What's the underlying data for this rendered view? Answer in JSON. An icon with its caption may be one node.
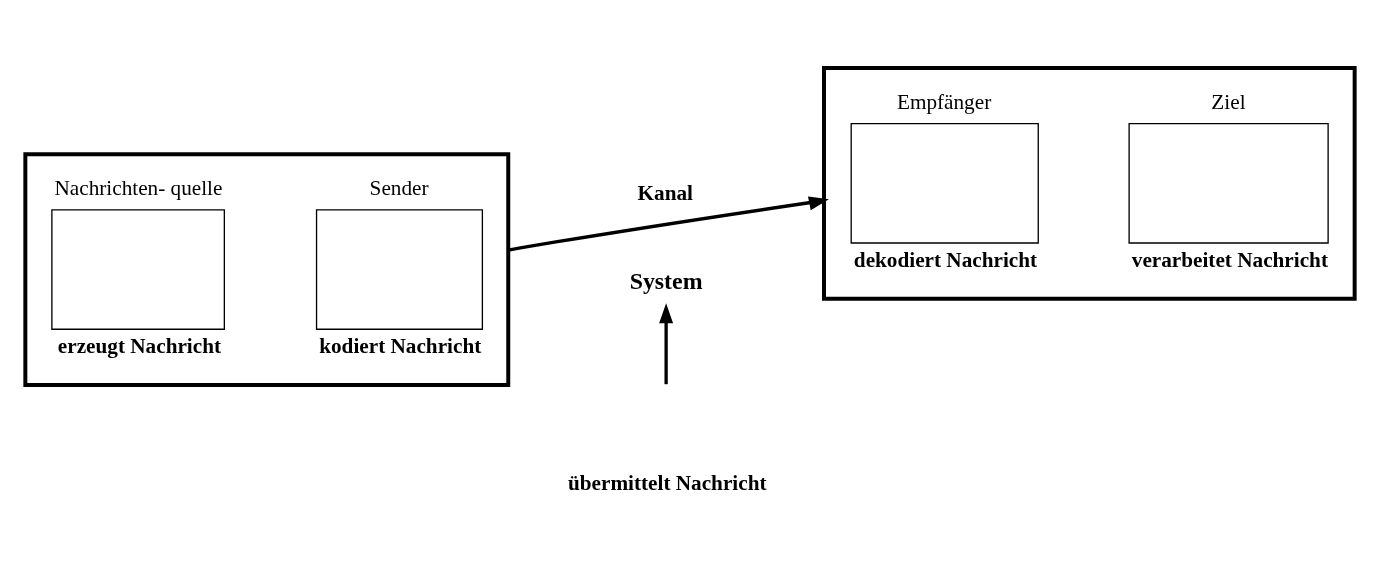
{
  "diagram": {
    "nodes": [
      {
        "text": [],
        "shape": "box"
      },
      {
        "text": [
          "Nachrichten- quelle",
          "erzeugt Nachricht"
        ],
        "in": 0
      },
      {
        "text": [
          "Sender",
          "kodiert Nachricht"
        ],
        "in": 0
      },
      {
        "text": [],
        "shape": "box"
      },
      {
        "text": [
          "Empfänger",
          "dekodiert Nachricht"
        ],
        "in": 3
      },
      {
        "text": [
          "Ziel",
          "verarbeitet Nachricht"
        ],
        "in": 3
      },
      {
        "text": [
          "System"
        ]
      }
    ],
    "edges": [
      {
        "from": 0,
        "to": 3,
        "arrow": "to",
        "label": "Kanal"
      },
      {
        "from": null,
        "to": 6,
        "arrow": "to"
      }
    ],
    "labels": [
      "übermittelt Nachricht"
    ]
  }
}
